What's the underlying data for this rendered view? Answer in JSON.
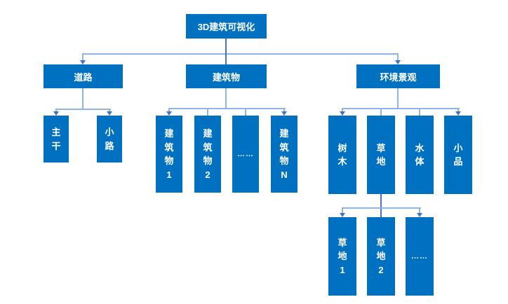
{
  "colors": {
    "node_fill": "#0070C0",
    "node_text": "#FFFFFF",
    "connector_light": "#8EB4E3",
    "connector_dark": "#4472C4"
  },
  "diagram": {
    "root": {
      "label": "3D建筑可视化"
    },
    "branches": {
      "roads": {
        "label": "道路",
        "children": {
          "main": {
            "label": "主干"
          },
          "side": {
            "label": "小路"
          }
        }
      },
      "buildings": {
        "label": "建筑物",
        "children": {
          "b1": {
            "label": "建筑物1"
          },
          "b2": {
            "label": "建筑物2"
          },
          "dots": {
            "label": "……"
          },
          "bn": {
            "label": "建筑物N"
          }
        }
      },
      "landscape": {
        "label": "环境景观",
        "children": {
          "trees": {
            "label": "树木"
          },
          "grass": {
            "label": "草地",
            "children": {
              "g1": {
                "label": "草地1"
              },
              "g2": {
                "label": "草地2"
              },
              "dots": {
                "label": "……"
              }
            }
          },
          "water": {
            "label": "水体"
          },
          "ornaments": {
            "label": "小品"
          }
        }
      }
    }
  }
}
